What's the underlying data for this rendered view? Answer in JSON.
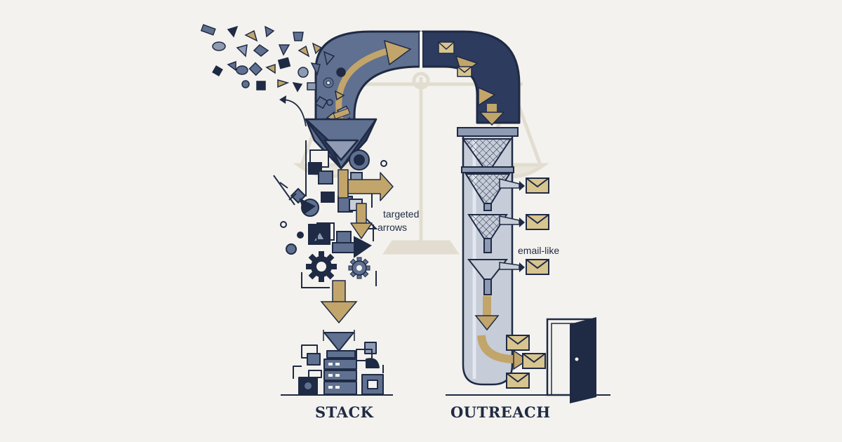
{
  "labels": {
    "stack": "STACK",
    "outreach": "OUTREACH",
    "targeted_line1": "targeted",
    "targeted_line2": "arrows",
    "email_like": "email-like"
  },
  "colors": {
    "background": "#f3f2ee",
    "navy": "#1f2a44",
    "steel": "#5f7090",
    "slate": "#8e9bb3",
    "pale": "#c6cdd9",
    "gold": "#c2a56a",
    "faint_scale": "#e2ddd0"
  },
  "icons": [
    "scattered-shapes",
    "funnel-hopper",
    "gear-icon",
    "server-stack-icon",
    "arch-pipe",
    "filter-funnel-icon",
    "envelope-icon",
    "open-door-icon",
    "balance-scale-watermark"
  ]
}
